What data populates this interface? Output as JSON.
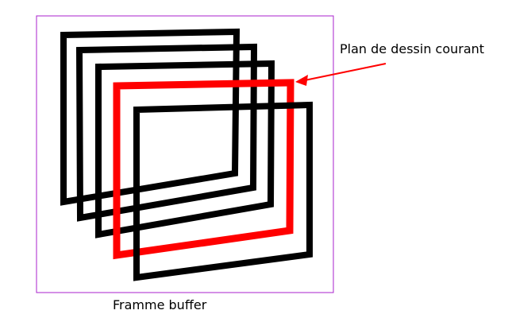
{
  "diagram": {
    "callout_label": "Plan de dessin courant",
    "caption": "Framme buffer",
    "frame_count": 5,
    "highlighted_frame": 4,
    "colors": {
      "frame": "#000000",
      "highlight": "#ff0000",
      "border": "#aa22cc",
      "arrow": "#ff0000",
      "background": "#ffffff"
    }
  }
}
